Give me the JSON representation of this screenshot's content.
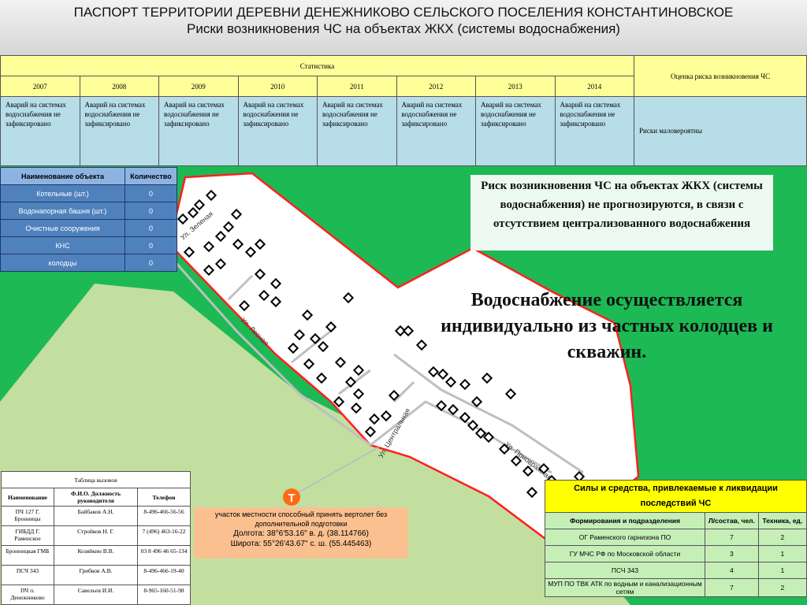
{
  "header": {
    "title_line1": "ПАСПОРТ ТЕРРИТОРИИ ДЕРЕВНИ ДЕНЕЖНИКОВО СЕЛЬСКОГО ПОСЕЛЕНИЯ КОНСТАНТИНОВСКОЕ",
    "title_line2": "Риски возникновения ЧС на объектах ЖКХ (системы водоснабжения)"
  },
  "statistics": {
    "label": "Статистика",
    "risk_header": "Оценка риска возникновения ЧС",
    "years": [
      "2007",
      "2008",
      "2009",
      "2010",
      "2011",
      "2012",
      "2013",
      "2014"
    ],
    "cells": [
      "Аварий на системах водоснабжения не зафиксировано",
      "Аварий на системах водоснабжения не зафиксировано",
      "Аварий на системах водоснабжения не зафиксировано",
      "Аварий на системах водоснабжения не зафиксировано",
      "Аварий на системах водоснабжения не зафиксировано",
      "Аварий на системах водоснабжения не зафиксировано",
      "Аварий на системах водоснабжения не зафиксировано",
      "Аварий на системах водоснабжения не зафиксировано"
    ],
    "risk_value": "Риски маловероятны"
  },
  "objects_table": {
    "col_name": "Наименование объекта",
    "col_count": "Количество",
    "rows": [
      {
        "name": "Котельные (шт.)",
        "count": "0"
      },
      {
        "name": "Водонапорная башня (шт.)",
        "count": "0"
      },
      {
        "name": "Очистные сооружения",
        "count": "0"
      },
      {
        "name": "КНС",
        "count": "0"
      },
      {
        "name": "колодцы",
        "count": "0"
      }
    ]
  },
  "risk_note": "Риск возникновения ЧС на объектах ЖКХ (системы водоснабжения) не прогнозируются, в связи с отсутствием централизованного водоснабжения",
  "water_note": "Водоснабжение осуществляется индивидуально из частных колодцев и скважин.",
  "streets": {
    "zelenaya": "Ул. Зеленая",
    "lesnaya": "Ул. Лесная",
    "tsentralnaya": "Ул. Центральная",
    "privokzalnaya": "Ул. Приовражная"
  },
  "heli_marker": "Т",
  "heli_box": {
    "line1": "участок местности способный принять вертолет без дополнительной подготовки",
    "line2": "Долгота: 38°6'53.16\" в. д. (38.114766)",
    "line3": "Широта: 55°26'43.67\" с. ш. (55.445463)"
  },
  "calls_table": {
    "title": "Таблица вызовов",
    "col1": "Наименование",
    "col2": "Ф.И.О. Должность руководителя",
    "col3": "Телефон",
    "rows": [
      {
        "name": "ПЧ 127 Г. Бронницы",
        "person": "Байбаков А.Н.",
        "phone": "8-496-466-56-56"
      },
      {
        "name": "ГИБДД Г. Раменское",
        "person": "Стройков Н. Г.",
        "phone": "7 (496) 463-16-22"
      },
      {
        "name": "Бронницкая ГМБ",
        "person": "Козяйкин В.В.",
        "phone": "03 8 496 46 65-134"
      },
      {
        "name": "ПСЧ 343",
        "person": "Грибков А.В.",
        "phone": "8-496-466-19-40"
      },
      {
        "name": "ПЧ п. Денежниково",
        "person": "Савельев И.И.",
        "phone": "8-965-160-51-98"
      }
    ]
  },
  "forces_table": {
    "title": "Силы и средства, привлекаемые к ликвидации последствий ЧС",
    "col1": "Формирования и подразделения",
    "col2": "Л/состав, чел.",
    "col3": "Техника, ед.",
    "rows": [
      {
        "unit": "ОГ Раменского гарнизона ПО",
        "staff": "7",
        "equip": "2"
      },
      {
        "unit": "ГУ МЧС РФ по Московской области",
        "staff": "3",
        "equip": "1"
      },
      {
        "unit": "ПСЧ 343",
        "staff": "4",
        "equip": "1"
      },
      {
        "unit": "МУП ПО ТВК АТК по водным и канализационным сетям",
        "staff": "7",
        "equip": "2"
      }
    ]
  },
  "colors": {
    "forest": "#1db954",
    "field": "#c2dfa0",
    "village": "#ffffff",
    "boundary": "#ff2020",
    "heli_marker": "#ff6a13",
    "stats_yellow": "#ffff99",
    "stats_cyan": "#b7dde8",
    "forces_yellow": "#ffff00"
  }
}
